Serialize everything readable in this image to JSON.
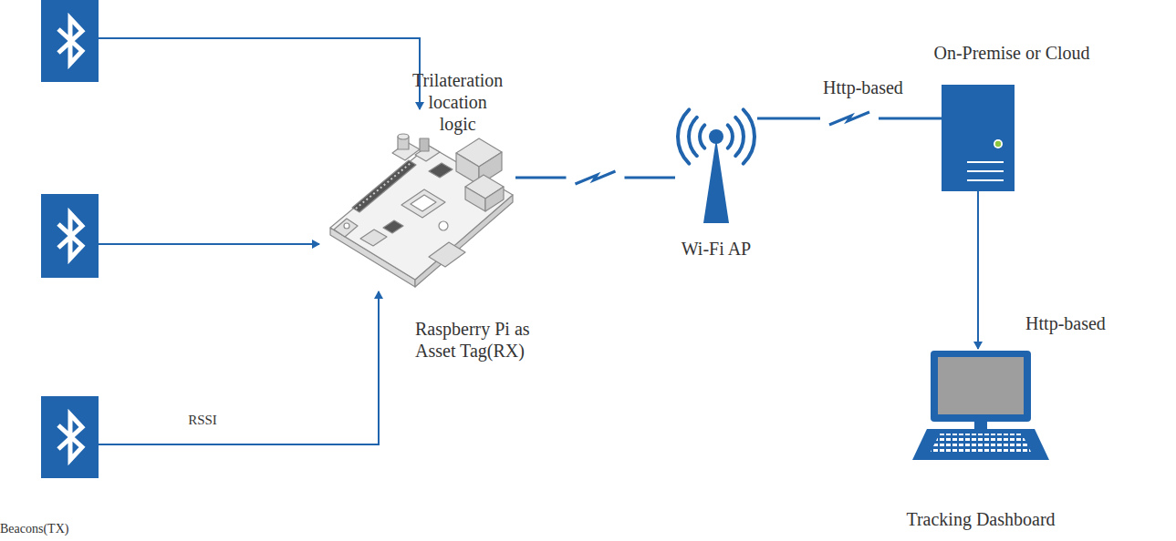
{
  "diagram": {
    "nodes": [
      {
        "text": [
          "Raspberry Pi as Asset Tag(RX)"
        ]
      },
      {
        "text": [
          "Wi-Fi AP"
        ]
      },
      {
        "text": [
          "On-Premise or Cloud"
        ]
      },
      {
        "text": [
          "Tracking Dashboard"
        ]
      },
      {
        "text": [
          "Beacons(TX)"
        ]
      }
    ],
    "edges": [
      {
        "from": 4,
        "to": 0,
        "arrow": "to",
        "label": "RSSI"
      },
      {
        "from": 0,
        "to": 1,
        "arrow": "none"
      },
      {
        "from": 1,
        "to": 2,
        "arrow": "none",
        "label": "Http-based"
      },
      {
        "from": 2,
        "to": 3,
        "arrow": "to",
        "label": "Http-based"
      }
    ],
    "labels": [
      "Trilateration location logic"
    ]
  }
}
